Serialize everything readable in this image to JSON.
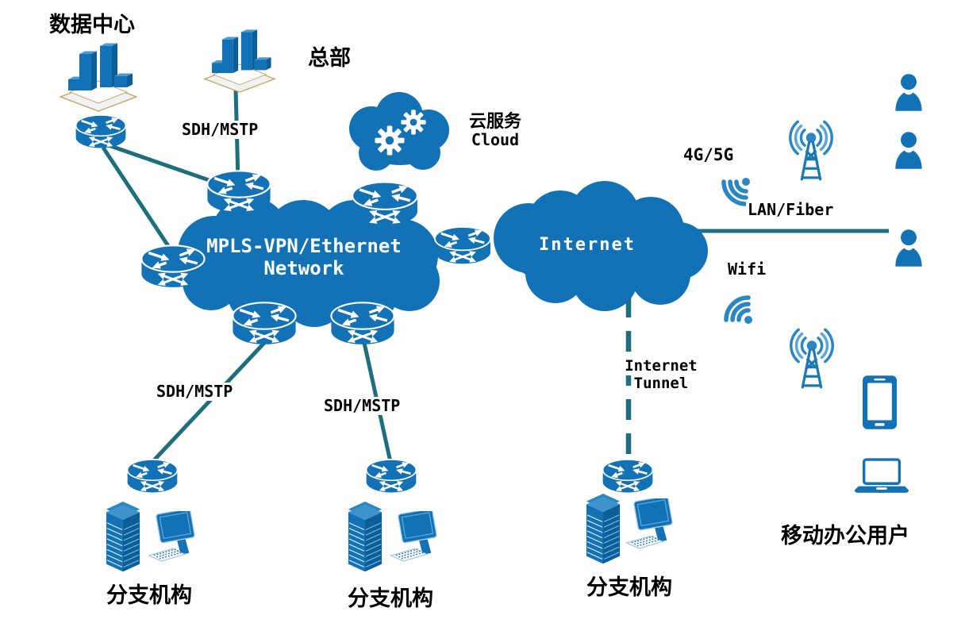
{
  "diagram": {
    "nodes": {
      "data_center": "数据中心",
      "headquarters": "总部",
      "cloud_service_cn": "云服务",
      "cloud_service_en": "Cloud",
      "mpls_line1": "MPLS-VPN/Ethernet",
      "mpls_line2": "Network",
      "internet": "Internet",
      "branch_1": "分支机构",
      "branch_2": "分支机构",
      "branch_3": "分支机构",
      "mobile_users": "移动办公用户"
    },
    "links": {
      "sdh_top": "SDH/MSTP",
      "sdh_branch_1": "SDH/MSTP",
      "sdh_branch_2": "SDH/MSTP",
      "g4_5g": "4G/5G",
      "lan_fiber": "LAN/Fiber",
      "wifi": "Wifi",
      "tunnel_line1": "Internet",
      "tunnel_line2": "Tunnel"
    },
    "colors": {
      "primary_blue": "#1272b5",
      "dark_blue": "#0b5e98",
      "light_blue": "#2b86c4",
      "lighter_blue": "#5aa7d8",
      "line_teal": "#1e6f7d",
      "label_text": "#000000",
      "cloud_text": "#ffffff"
    },
    "icons": {
      "router": "router-icon",
      "cloud": "cloud-icon",
      "gears": "gears-icon",
      "building": "office-building-icon",
      "server": "server-rack-icon",
      "workstation": "desktop-computer-icon",
      "person": "user-icon",
      "antenna": "radio-tower-icon",
      "wifi": "wifi-signal-icon",
      "smartphone": "smartphone-icon",
      "laptop": "laptop-icon"
    }
  }
}
